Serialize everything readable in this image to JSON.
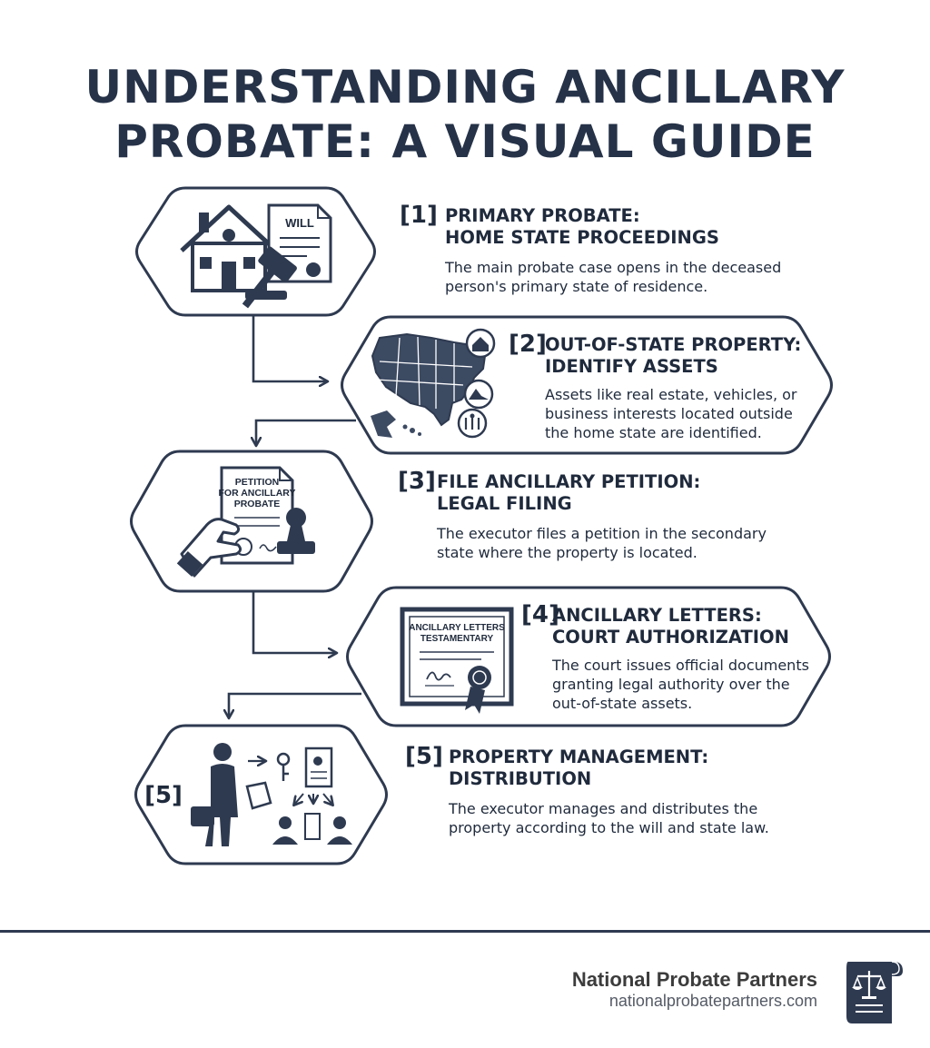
{
  "title": "UNDERSTANDING ANCILLARY PROBATE: A VISUAL GUIDE",
  "colors": {
    "ink": "#253248",
    "stroke": "#2e3a50",
    "background": "#ffffff"
  },
  "steps": [
    {
      "num": "[1]",
      "heading_line1": "PRIMARY PROBATE:",
      "heading_line2": "HOME STATE PROCEEDINGS",
      "description": "The main probate case opens in the deceased person's primary state of residence.",
      "icon_label": "WILL"
    },
    {
      "num": "[2]",
      "heading_line1": "OUT-OF-STATE PROPERTY:",
      "heading_line2": "IDENTIFY ASSETS",
      "description": "Assets like real estate, vehicles, or business interests located outside the home state are identified."
    },
    {
      "num": "[3]",
      "heading_line1": "FILE ANCILLARY PETITION:",
      "heading_line2": "LEGAL FILING",
      "description": "The executor files a petition in the secondary state where the property is located.",
      "icon_label_lines": [
        "PETITION",
        "FOR ANCILLARY",
        "PROBATE"
      ]
    },
    {
      "num": "[4]",
      "heading_line1": "ANCILLARY LETTERS:",
      "heading_line2": "COURT AUTHORIZATION",
      "description": "The court issues official documents granting legal authority over the out-of-state assets.",
      "icon_label_lines": [
        "ANCILLARY LETTERS",
        "TESTAMENTARY"
      ]
    },
    {
      "num": "[5]",
      "heading_line1": "PROPERTY MANAGEMENT:",
      "heading_line2": "DISTRIBUTION",
      "description": "The executor manages and distributes the property according to the will and state law.",
      "icon_label": "[5]"
    }
  ],
  "footer": {
    "brand": "National Probate Partners",
    "url": "nationalprobatepartners.com"
  }
}
